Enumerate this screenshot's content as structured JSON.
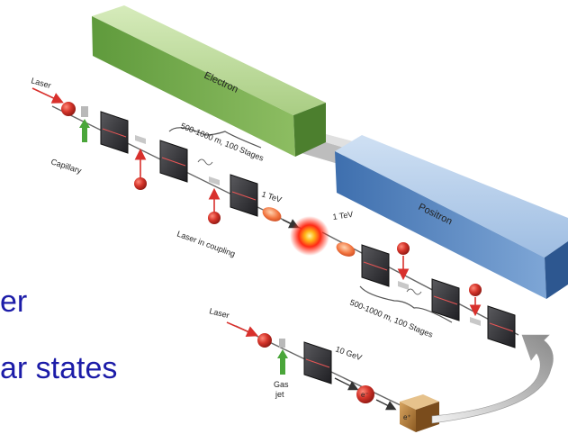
{
  "blocks": {
    "electron": "Electron",
    "positron": "Positron"
  },
  "labels": {
    "laser_top": "Laser",
    "capillary": "Capillary",
    "stages_top": "500-1000 m, 100 Stages",
    "laser_in_coupling": "Laser in coupling",
    "tev_left": "1 TeV",
    "tev_right": "1 TeV",
    "stages_bottom": "500-1000 m, 100 Stages",
    "laser_bottom": "Laser",
    "gev": "10 GeV",
    "gas_jet_line1": "Gas",
    "gas_jet_line2": "jet",
    "electron_symbol": "e⁻",
    "positron_symbol": "e⁺"
  },
  "slide_text": {
    "line1": "er",
    "line2": "ar states"
  },
  "colors": {
    "electron_block": "#8fb86a",
    "positron_block": "#6f98c9",
    "slide_text": "#1c1ca8",
    "laser_arrow": "#d8302c"
  }
}
